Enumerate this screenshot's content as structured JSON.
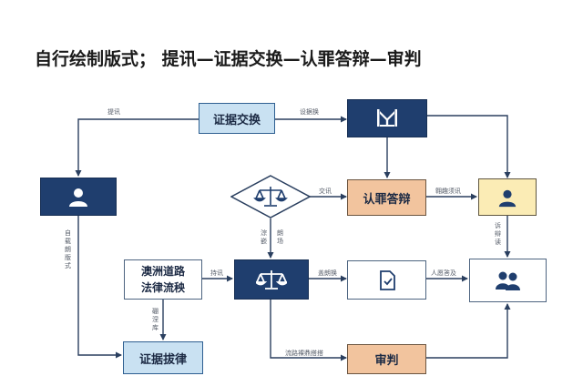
{
  "title": "自行绘制版式； 提讯—证据交换—认罪答辩—审判",
  "nodes": {
    "evidence_exchange": "证据交换",
    "plea": "认罪答辩",
    "aomen_law": "澳洲道路",
    "aomen_law_2": "法律流秧",
    "evidence_rule": "证据拔律",
    "trial": "审判"
  },
  "labels": {
    "arraign": "提讯",
    "evidence_swap": "设据换",
    "cross": "交讯",
    "plea_inquiry": "翱趣须讯",
    "self_draft": "自载朗版式",
    "lit_conf": "诉辩读",
    "suspect": "淙嵌",
    "clear": "朗场",
    "interrogate": "持讯",
    "swap2": "盖朗换",
    "parties": "人愿答及",
    "exam": "硼涅库",
    "road_process": "流路裸鼎搭搭"
  }
}
